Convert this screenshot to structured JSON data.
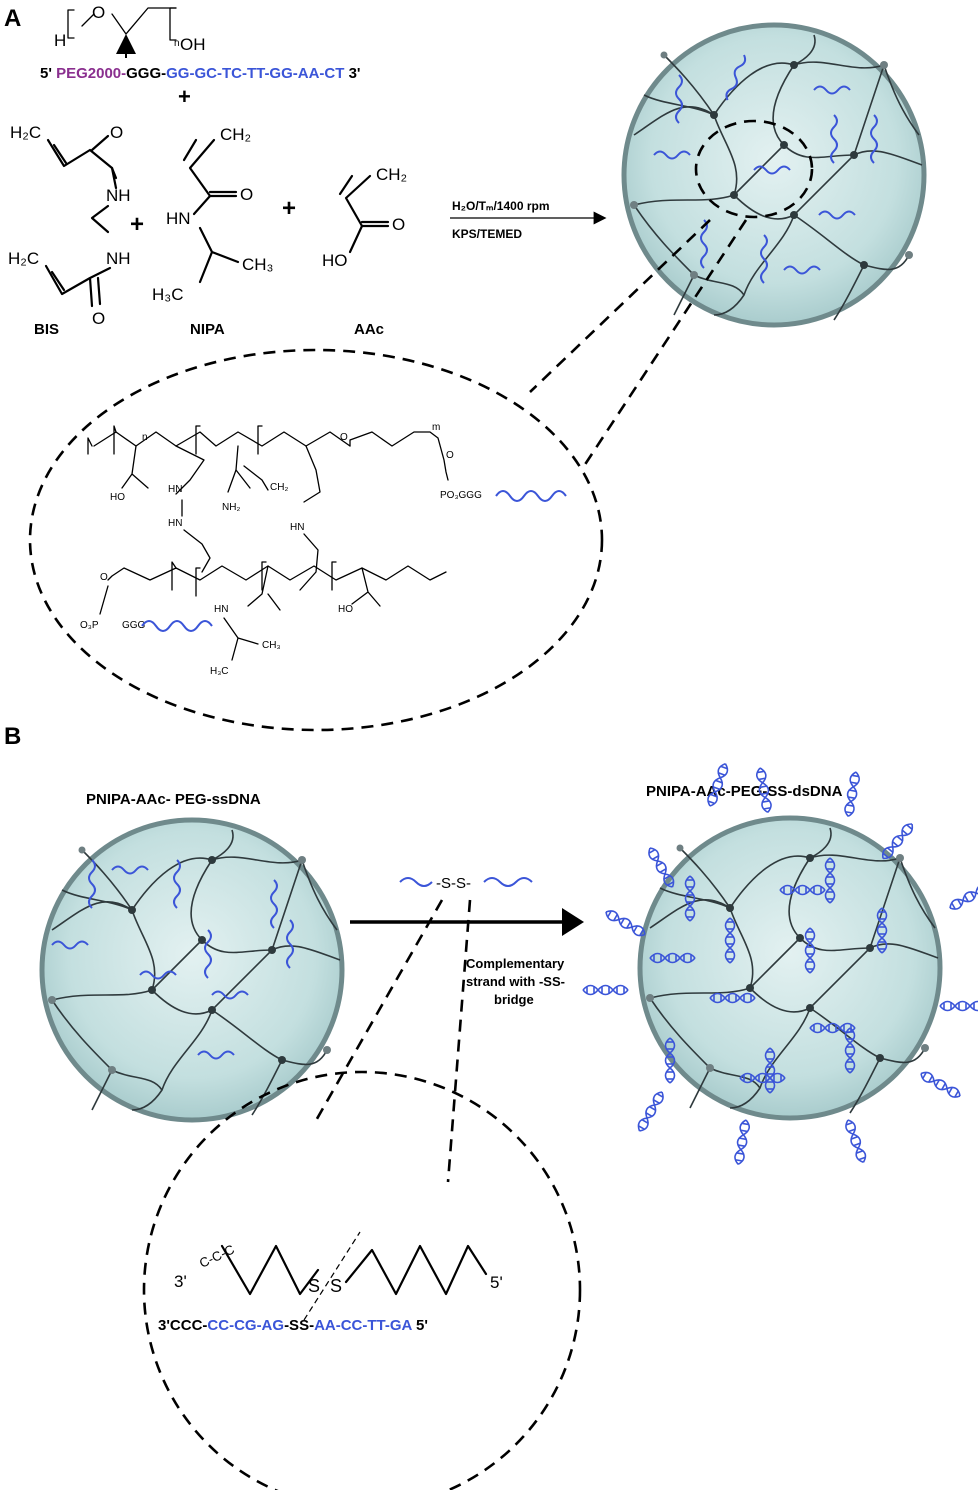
{
  "figure": {
    "panel_a_label": "A",
    "panel_b_label": "B",
    "colors": {
      "peg": "#8a2f8f",
      "dna": "#3b55d8",
      "sphere": "#cfe6e6",
      "sphere_edge": "#6f8a8c"
    }
  },
  "panel_a": {
    "peg_structure": {
      "h": "H",
      "o": "O",
      "n": "n",
      "oh": "OH"
    },
    "sequence": {
      "prefix": "5' ",
      "peg": "PEG2000-",
      "ggg": "GGG-",
      "dna": "GG-GC-TC-TT-GG-AA-CT",
      "suffix": " 3'"
    },
    "plus_signs": [
      "+",
      "+",
      "+"
    ],
    "bis": {
      "name": "BIS",
      "h2c_top": "H₂C",
      "o_top": "O",
      "nh_top": "NH",
      "nh_bottom": "NH",
      "h2c_bottom": "H₂C",
      "o_bottom": "O"
    },
    "nipa": {
      "name": "NIPA",
      "ch2": "CH₂",
      "o": "O",
      "hn": "HN",
      "ch3": "CH₃",
      "h3c": "H₃C"
    },
    "aac": {
      "name": "AAc",
      "ch2": "CH₂",
      "o": "O",
      "ho": "HO"
    },
    "conditions": {
      "line1": "H₂O/Tₘ/1400 rpm",
      "line2": "KPS/TEMED"
    },
    "zoom_structure": {
      "ho1": "HO",
      "nh_a": "HN",
      "nh_b": "HN",
      "nh2": "NH₂",
      "ch2": "CH₂",
      "hn_c": "HN",
      "o_link": "O",
      "o_link2": "O",
      "po3ggg": "PO₃GGG",
      "o3p": "O₃P",
      "ggg2": "GGG",
      "ho2": "HO",
      "hn_d": "HN",
      "ch3": "CH₃",
      "h3c": "H₃C",
      "n": "n",
      "m": "m"
    }
  },
  "panel_b": {
    "left_title": "PNIPA-AAc- PEG-ssDNA",
    "right_title": "PNIPA-AAc-PEG-SS-dsDNA",
    "linker_label": "-S-S-",
    "complementary": [
      "Complementary",
      "strand with -SS-",
      "bridge"
    ],
    "zoom": {
      "end3": "3'",
      "ccc": "C-C-C",
      "s1": "S",
      "s2": "S",
      "end5": "5'",
      "seq_prefix": "3'CCC-",
      "seq_blue1": "CC-CG-AG",
      "seq_mid": "-SS-",
      "seq_blue2": "AA-CC-TT-GA",
      "seq_suffix": " 5'"
    }
  }
}
